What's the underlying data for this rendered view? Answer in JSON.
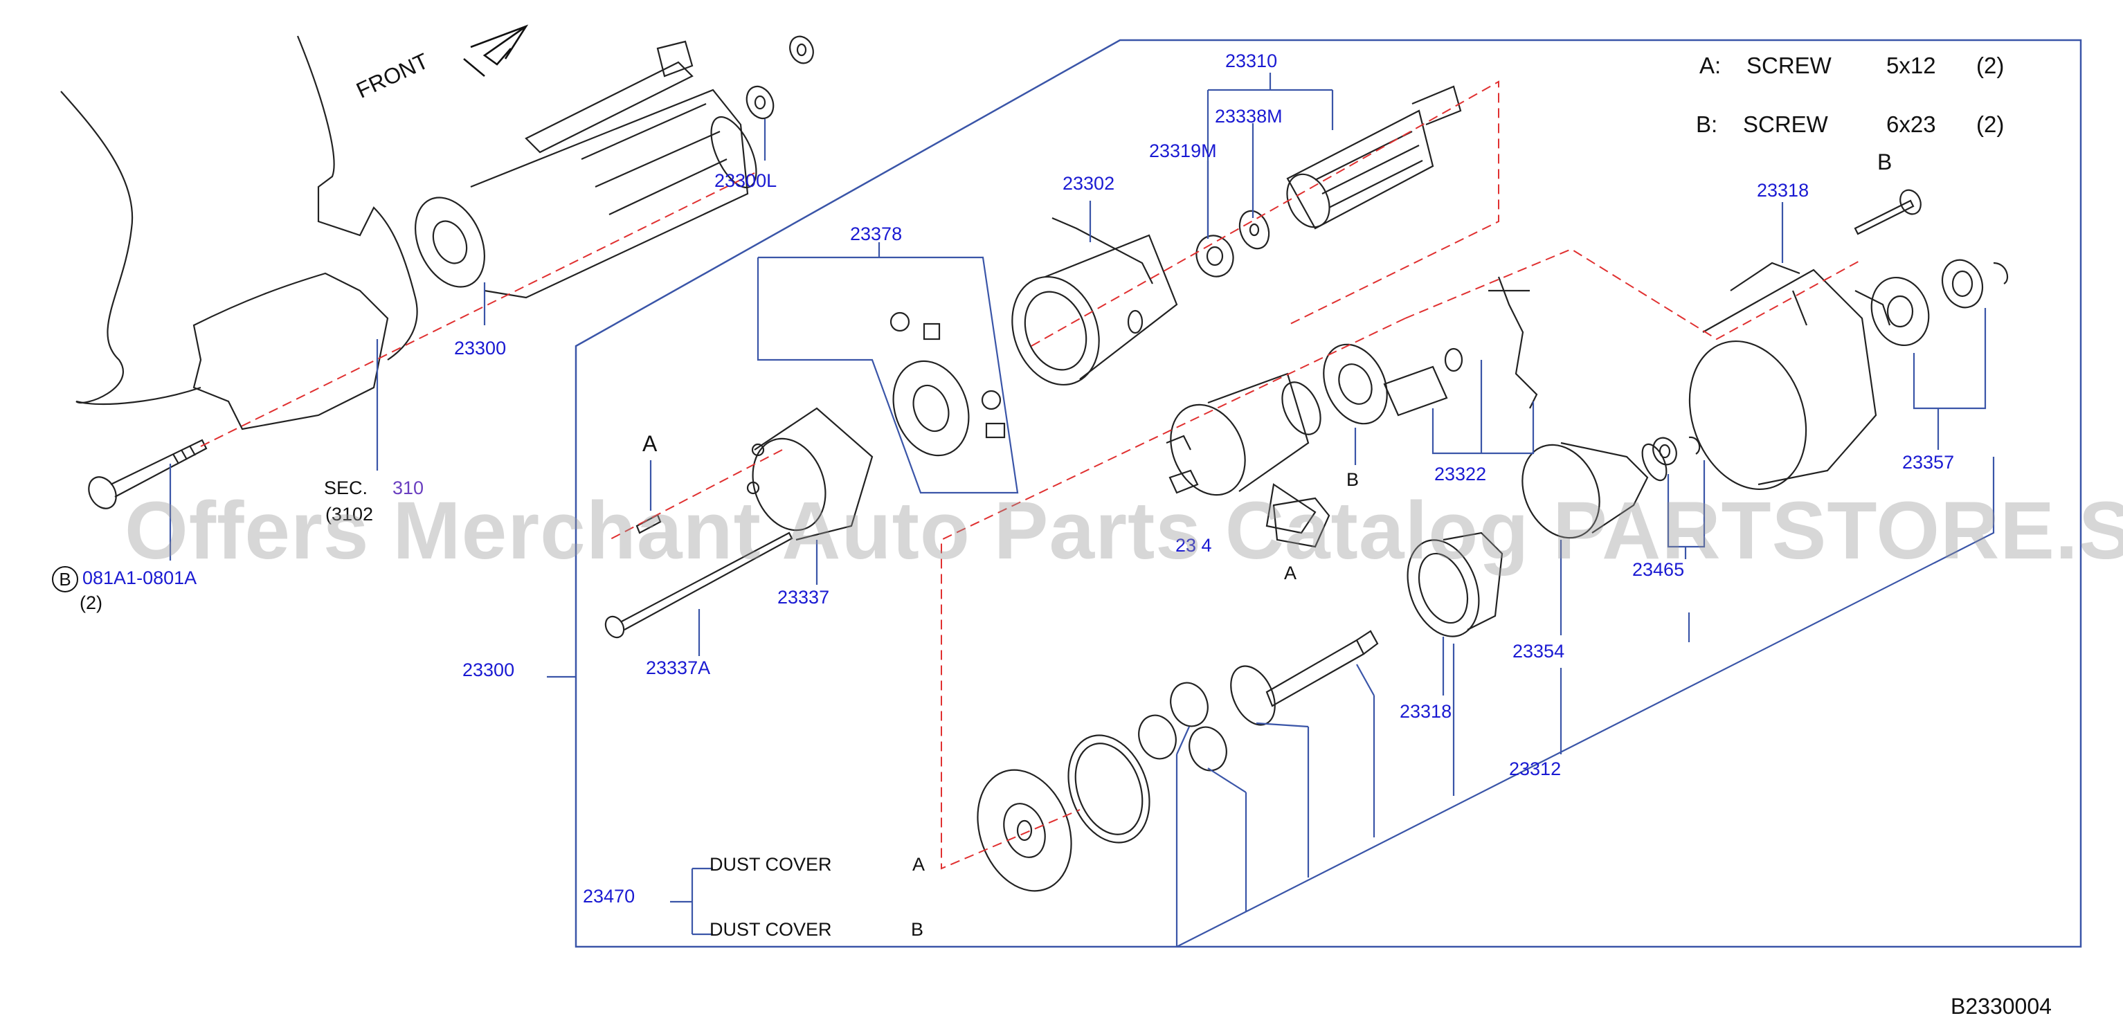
{
  "legend": {
    "a": {
      "key": "A:",
      "part": "SCREW",
      "size": "5x12",
      "qty": "(2)"
    },
    "b": {
      "key": "B:",
      "part": "SCREW",
      "size": "6x23",
      "qty": "(2)"
    }
  },
  "labels": {
    "front": "FRONT",
    "p23300L": "23300L",
    "p23300_top": "23300",
    "p23310": "23310",
    "p23338M": "23338M",
    "p23319M": "23319M",
    "p23302": "23302",
    "p23378": "23378",
    "p23318_top": "23318",
    "p23357": "23357",
    "p23465": "23465",
    "p23322": "23322",
    "p2334": "23 4",
    "p23337": "23337",
    "p23337A": "23337A",
    "p23300_left": "23300",
    "p23354": "23354",
    "p23318_mid": "23318",
    "p23312": "23312",
    "p23470": "23470",
    "dust_cover_a": "DUST   COVER",
    "dust_cover_a_key": "A",
    "dust_cover_b": "DUST   COVER",
    "dust_cover_b_key": "B",
    "sec": "SEC.",
    "sec_num": "310",
    "sec_sub": "(3102",
    "bolt_part": "081A1-0801A",
    "bolt_qty": "(2)",
    "bolt_key": "B",
    "callout_a1": "A",
    "callout_a2": "A",
    "callout_b1": "B",
    "callout_b2": "B",
    "diagram_code": "B2330004"
  },
  "watermark": "Offers Merchant Auto Parts Catalog PARTSTORE.SA",
  "colors": {
    "label": "#1a1ad2",
    "line": "#3a55a8",
    "dash": "#e03030",
    "ink": "#222222"
  }
}
